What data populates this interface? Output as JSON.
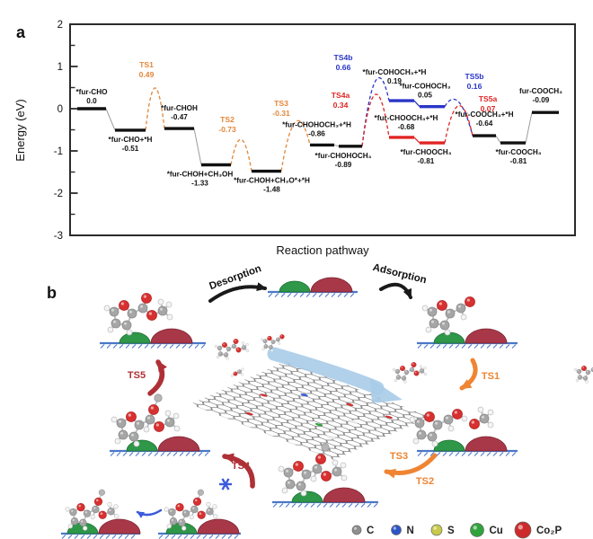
{
  "figure": {
    "panel_a_label": "a",
    "panel_b_label": "b"
  },
  "chart_data": {
    "type": "line",
    "subtype": "energy-profile",
    "title": "",
    "xlabel": "Reaction pathway",
    "ylabel": "Energy (eV)",
    "ylim": [
      -3,
      2
    ],
    "yticks": [
      2,
      1,
      0,
      -1,
      -2,
      -3
    ],
    "yticks_minor": [
      1.5,
      0.5,
      -0.5,
      -1.5,
      -2.5
    ],
    "grid": false,
    "colors": {
      "black": "#111111",
      "gray": "#9b9b9b",
      "orange": "#e2873b",
      "red": "#e02525",
      "blue": "#2a35c8"
    },
    "levels": [
      {
        "name": "*fur-CHO",
        "value": "0.0",
        "E": 0.0,
        "x1": 86,
        "x2": 118,
        "color": "black",
        "pos": "above"
      },
      {
        "name": "*fur-CHO+*H",
        "value": "-0.51",
        "E": -0.51,
        "x1": 128,
        "x2": 162,
        "color": "black",
        "pos": "below"
      },
      {
        "name": "*fur-CHOH",
        "value": "-0.47",
        "E": -0.47,
        "x1": 183,
        "x2": 216,
        "color": "black",
        "pos": "above",
        "ldy": -4
      },
      {
        "name": "*fur-CHOH+CH₃OH",
        "value": "-1.33",
        "E": -1.33,
        "x1": 224,
        "x2": 257,
        "color": "black",
        "pos": "below",
        "ldx": -18
      },
      {
        "name": "*fur-CHOH+CH₃O*+*H",
        "value": "-1.48",
        "E": -1.48,
        "x1": 280,
        "x2": 313,
        "color": "black",
        "pos": "below",
        "ldx": 6
      },
      {
        "name": "*fur-CHOHOCH₃+*H",
        "value": "-0.86",
        "E": -0.86,
        "x1": 345,
        "x2": 372,
        "color": "black",
        "pos": "above",
        "ldy": -4,
        "ldx": -6
      },
      {
        "name": "*fur-CHOHOCH₃",
        "value": "-0.89",
        "E": -0.89,
        "x1": 377,
        "x2": 403,
        "color": "black",
        "pos": "below",
        "ldx": -8
      },
      {
        "name": "*fur-COHOCH₃+*H",
        "value": "0.19",
        "E": 0.19,
        "x1": 433,
        "x2": 461,
        "color": "blue",
        "pos": "above",
        "ldy": -13,
        "ldx": -8
      },
      {
        "name": "*fur-COHOCH₃",
        "value": "0.05",
        "E": 0.05,
        "x1": 467,
        "x2": 495,
        "color": "blue",
        "pos": "above",
        "ldy": -4,
        "ldx": -8
      },
      {
        "name": "*fur-CHOOCH₃+*H",
        "value": "-0.68",
        "E": -0.68,
        "x1": 433,
        "x2": 461,
        "color": "red",
        "pos": "above",
        "ldy": -3,
        "ldx": 5
      },
      {
        "name": "*fur-CHOOCH₃",
        "value": "-0.81",
        "E": -0.81,
        "x1": 467,
        "x2": 495,
        "color": "red",
        "pos": "below",
        "ldx": -7
      },
      {
        "name": "*fur-COOCH₃+*H",
        "value": "-0.64",
        "E": -0.64,
        "x1": 526,
        "x2": 552,
        "color": "black",
        "pos": "above",
        "ldy": -5
      },
      {
        "name": "*fur-COOCH₃",
        "value": "-0.81",
        "E": -0.81,
        "x1": 557,
        "x2": 585,
        "color": "black",
        "pos": "below",
        "ldx": 6
      },
      {
        "name": "fur-COOCH₃",
        "value": "-0.09",
        "E": -0.09,
        "x1": 592,
        "x2": 622,
        "color": "black",
        "pos": "above",
        "ldy": -5,
        "ldx": -5
      }
    ],
    "connectors": [
      [
        0,
        1,
        "gray"
      ],
      [
        2,
        3,
        "gray"
      ],
      [
        5,
        6,
        "gray"
      ],
      [
        7,
        8,
        "blue"
      ],
      [
        9,
        10,
        "red"
      ],
      [
        11,
        12,
        "gray"
      ],
      [
        12,
        13,
        "gray"
      ]
    ],
    "transitions": [
      {
        "name": "TS1",
        "value": "0.49",
        "E": 0.49,
        "from": 1,
        "to": 2,
        "color": "orange",
        "lx": 163,
        "ly": 75
      },
      {
        "name": "TS2",
        "value": "-0.73",
        "E": -0.73,
        "from": 3,
        "to": 4,
        "color": "orange",
        "lx": 253,
        "ly": 136
      },
      {
        "name": "TS3",
        "value": "-0.31",
        "E": -0.31,
        "from": 4,
        "to": 5,
        "color": "orange",
        "lx": 313,
        "ly": 118
      },
      {
        "name": "TS4b",
        "value": "0.66",
        "E": 0.66,
        "from": 6,
        "to": 7,
        "color": "blue",
        "lx": 382,
        "ly": 67
      },
      {
        "name": "TS4a",
        "value": "0.34",
        "E": 0.34,
        "from": 6,
        "to": 9,
        "color": "red",
        "lx": 379,
        "ly": 109
      },
      {
        "name": "TS5b",
        "value": "0.16",
        "E": 0.16,
        "from": 8,
        "to": 11,
        "color": "blue",
        "lx": 528,
        "ly": 88
      },
      {
        "name": "TS5a",
        "value": "0.07",
        "E": 0.07,
        "from": 10,
        "to": 11,
        "color": "red",
        "lx": 543,
        "ly": 113
      }
    ]
  },
  "panel_b": {
    "labels": {
      "desorption": "Desorption",
      "adsorption": "Adsorption",
      "ts1": "TS1",
      "ts2": "TS2",
      "ts3": "TS3",
      "ts4": "TS4",
      "ts5": "TS5"
    },
    "legend": [
      {
        "label": "C",
        "color": "#8f8f8f",
        "r": 5
      },
      {
        "label": "N",
        "color": "#2c56c8",
        "r": 5.5
      },
      {
        "label": "S",
        "color": "#c9c94a",
        "r": 6
      },
      {
        "label": "Cu",
        "color": "#2fa33c",
        "r": 7.5
      },
      {
        "label": "Co₂P",
        "color": "#cd2b2b",
        "r": 9
      }
    ],
    "colors": {
      "arrow_black": "#1a1a1a",
      "arrow_orange": "#ef8432",
      "arrow_darkred": "#ae3036",
      "arrow_blue": "#3c5bdc",
      "big_arrow": "#a9cbe8",
      "surface": "#4a78c8",
      "dome_green": "#2e9748",
      "dome_red": "#a83848"
    }
  }
}
